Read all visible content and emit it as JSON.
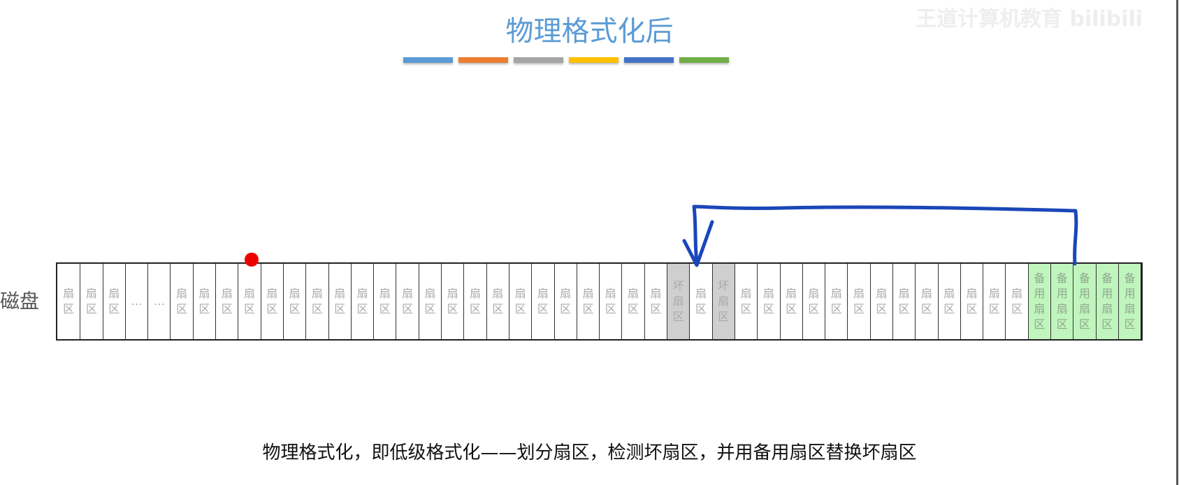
{
  "title": "物理格式化后",
  "accent_bars": [
    "#5b9bd5",
    "#ed7d31",
    "#a5a5a5",
    "#ffc000",
    "#4472c4",
    "#70ad47"
  ],
  "disk_label": "磁盘",
  "cells": [
    {
      "type": "normal",
      "label": "扇区"
    },
    {
      "type": "normal",
      "label": "扇区"
    },
    {
      "type": "normal",
      "label": "扇区"
    },
    {
      "type": "ellipsis",
      "label": "…"
    },
    {
      "type": "ellipsis",
      "label": "…"
    },
    {
      "type": "normal",
      "label": "扇区"
    },
    {
      "type": "normal",
      "label": "扇区"
    },
    {
      "type": "normal",
      "label": "扇区"
    },
    {
      "type": "normal",
      "label": "扇区"
    },
    {
      "type": "normal",
      "label": "扇区"
    },
    {
      "type": "normal",
      "label": "扇区"
    },
    {
      "type": "normal",
      "label": "扇区"
    },
    {
      "type": "normal",
      "label": "扇区"
    },
    {
      "type": "normal",
      "label": "扇区"
    },
    {
      "type": "normal",
      "label": "扇区"
    },
    {
      "type": "normal",
      "label": "扇区"
    },
    {
      "type": "normal",
      "label": "扇区"
    },
    {
      "type": "normal",
      "label": "扇区"
    },
    {
      "type": "normal",
      "label": "扇区"
    },
    {
      "type": "normal",
      "label": "扇区"
    },
    {
      "type": "normal",
      "label": "扇区"
    },
    {
      "type": "normal",
      "label": "扇区"
    },
    {
      "type": "normal",
      "label": "扇区"
    },
    {
      "type": "normal",
      "label": "扇区"
    },
    {
      "type": "normal",
      "label": "扇区"
    },
    {
      "type": "normal",
      "label": "扇区"
    },
    {
      "type": "normal",
      "label": "扇区"
    },
    {
      "type": "bad",
      "label": "坏扇区"
    },
    {
      "type": "normal",
      "label": "扇区"
    },
    {
      "type": "bad",
      "label": "坏扇区"
    },
    {
      "type": "normal",
      "label": "扇区"
    },
    {
      "type": "normal",
      "label": "扇区"
    },
    {
      "type": "normal",
      "label": "扇区"
    },
    {
      "type": "normal",
      "label": "扇区"
    },
    {
      "type": "normal",
      "label": "扇区"
    },
    {
      "type": "normal",
      "label": "扇区"
    },
    {
      "type": "normal",
      "label": "扇区"
    },
    {
      "type": "normal",
      "label": "扇区"
    },
    {
      "type": "normal",
      "label": "扇区"
    },
    {
      "type": "normal",
      "label": "扇区"
    },
    {
      "type": "normal",
      "label": "扇区"
    },
    {
      "type": "normal",
      "label": "扇区"
    },
    {
      "type": "normal",
      "label": "扇区"
    },
    {
      "type": "spare",
      "label": "备用扇区"
    },
    {
      "type": "spare",
      "label": "备用扇区"
    },
    {
      "type": "spare",
      "label": "备用扇区"
    },
    {
      "type": "spare",
      "label": "备用扇区"
    },
    {
      "type": "spare",
      "label": "备用扇区"
    }
  ],
  "caption": "物理格式化，即低级格式化——划分扇区，检测坏扇区，并用备用扇区替换坏扇区",
  "watermark": "王道计算机教育 bilibili"
}
